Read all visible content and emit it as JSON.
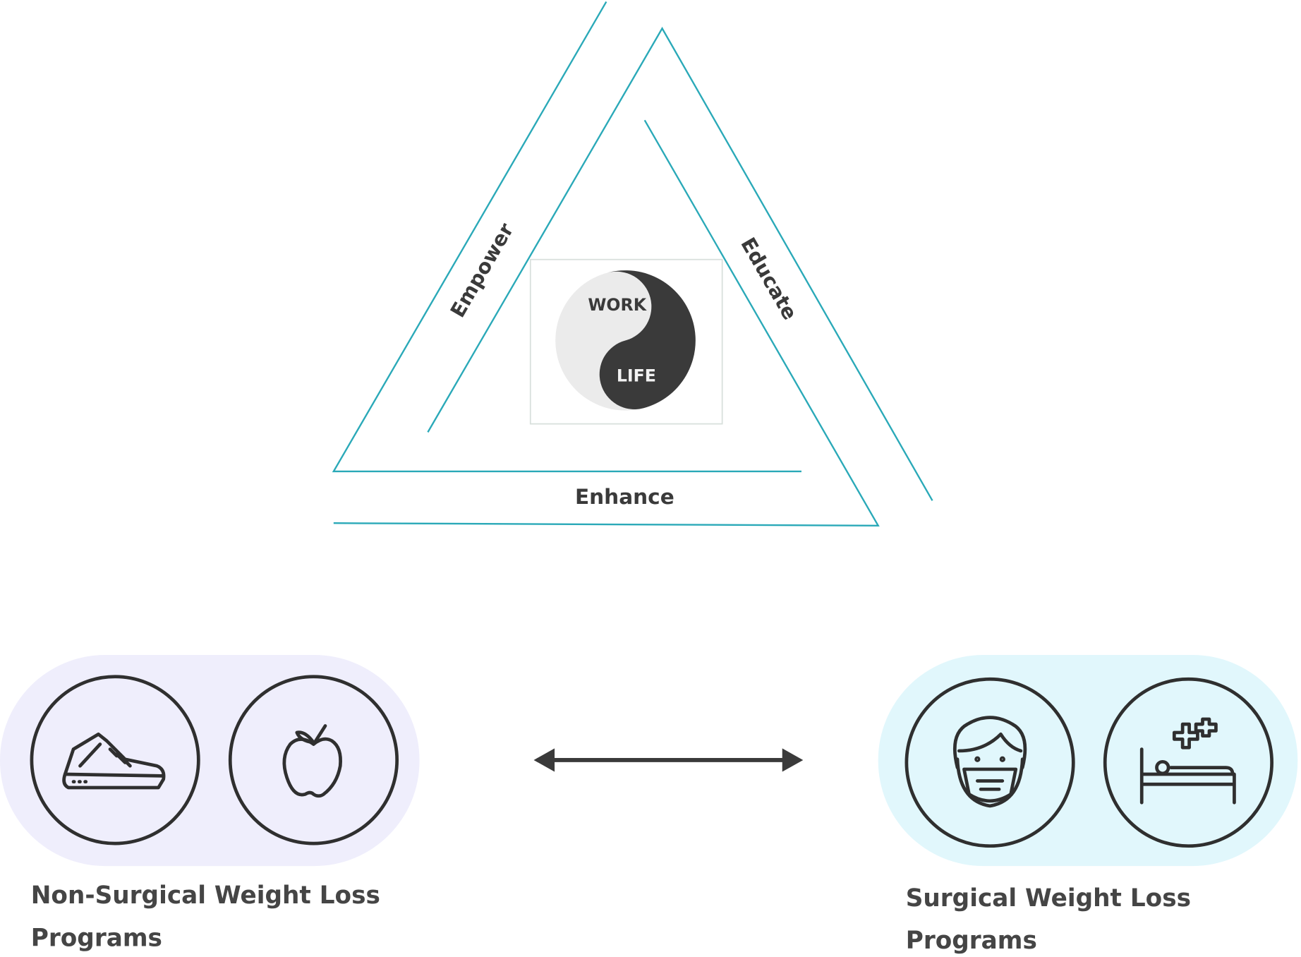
{
  "triangle": {
    "side_left": "Empower",
    "side_right": "Educate",
    "side_bottom": "Enhance",
    "center": {
      "top": "WORK",
      "bottom": "LIFE"
    }
  },
  "programs": {
    "non_surgical": {
      "line1": "Non-Surgical Weight Loss",
      "line2": "Programs",
      "icons": [
        "sneaker-icon",
        "apple-icon"
      ]
    },
    "surgical": {
      "line1": "Surgical Weight Loss",
      "line2": "Programs",
      "icons": [
        "masked-face-icon",
        "hospital-bed-icon"
      ]
    }
  },
  "colors": {
    "accent": "#2aa9b8",
    "left_pill": "#efeefc",
    "right_pill": "#e1f7fc",
    "dark": "#3a3a3a"
  }
}
